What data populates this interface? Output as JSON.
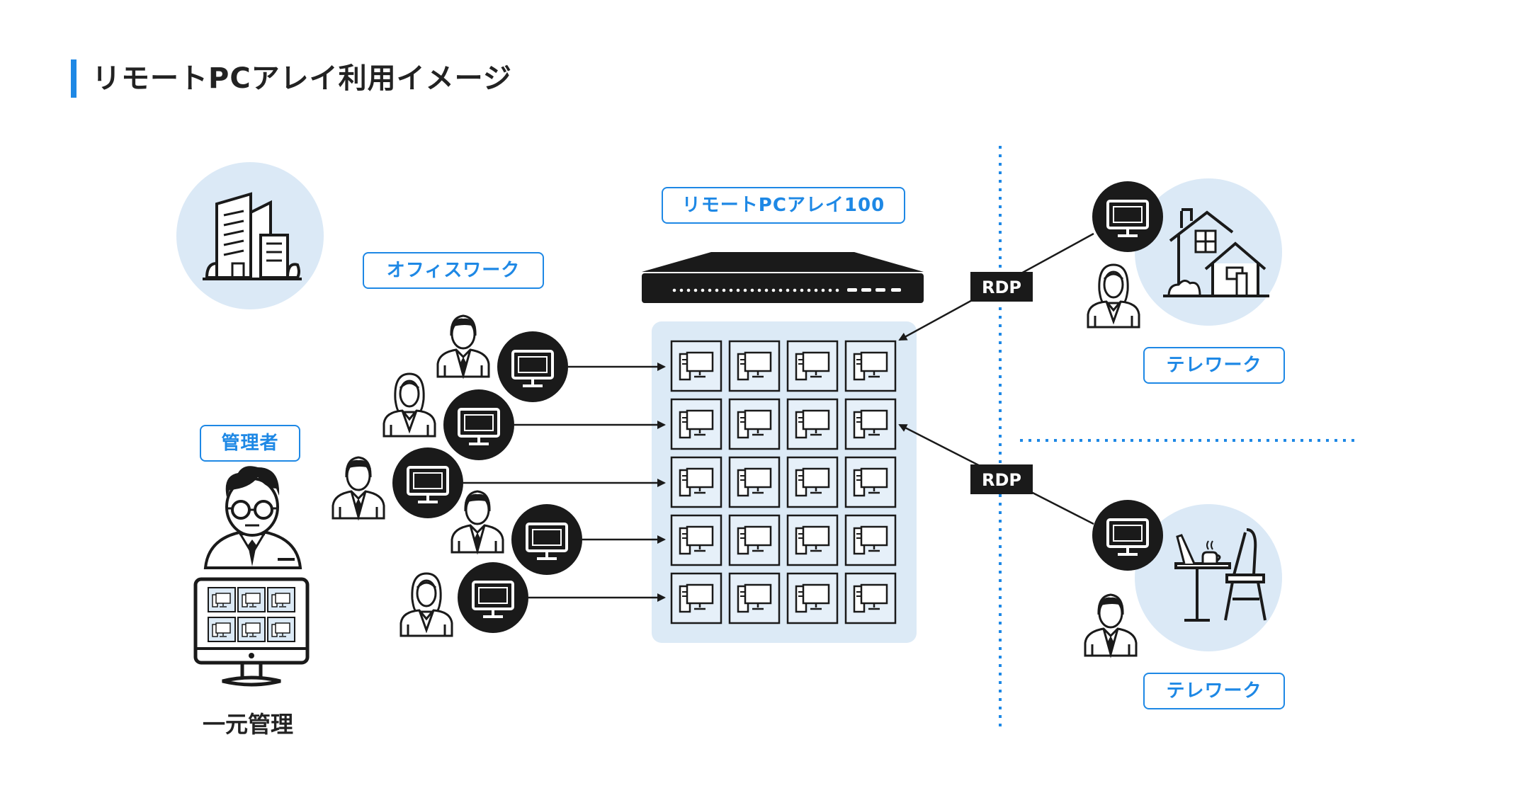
{
  "title": "リモートPCアレイ利用イメージ",
  "labels": {
    "appliance": "リモートPCアレイ100",
    "office_work": "オフィスワーク",
    "admin": "管理者",
    "central_management": "一元管理",
    "telework_home": "テレワーク",
    "telework_cafe": "テレワーク",
    "rdp_upper": "RDP",
    "rdp_lower": "RDP"
  },
  "colors": {
    "accent": "#1e88e5",
    "light_circle": "#dbe9f6",
    "panel": "#dceaf6",
    "icon_dark": "#1a1a1a"
  },
  "icons": [
    "building-icon",
    "server-icon",
    "office-worker-icon",
    "monitor-icon",
    "pc-tower-icon",
    "admin-person-icon",
    "admin-monitor-icon",
    "house-icon",
    "cafe-icon",
    "teleworker-icon"
  ]
}
